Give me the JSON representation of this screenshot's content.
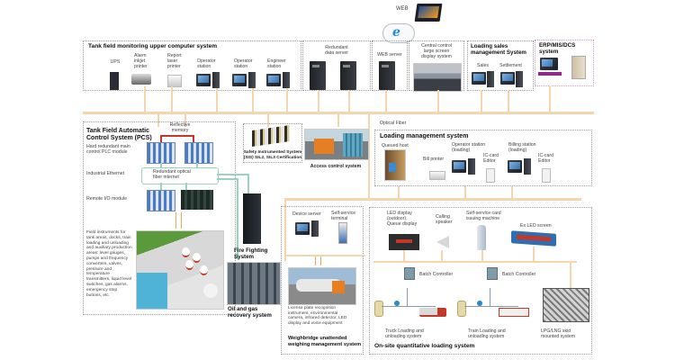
{
  "web": {
    "label": "WEB"
  },
  "top_systems": {
    "monitoring": {
      "title": "Tank field monitoring upper computer system",
      "devices": [
        {
          "label": "UPS",
          "icon": "ups-icon"
        },
        {
          "label": "Alarm\ninkjet\nprinter",
          "icon": "printer-icon"
        },
        {
          "label": "Report\nlaser\nprinter",
          "icon": "laser-printer-icon"
        },
        {
          "label": "Operator\nstation",
          "icon": "workstation-icon"
        },
        {
          "label": "Operator\nstation",
          "icon": "workstation-icon"
        },
        {
          "label": "Engineer\nstation",
          "icon": "workstation-icon"
        }
      ]
    },
    "redundant_server": {
      "label": "Redundant\ndata server"
    },
    "web_server": {
      "label": "WEB server"
    },
    "control_display": {
      "label": "Central control\nlarge screen\ndisplay system"
    },
    "loading_sales": {
      "title": "Loading sales\nmanagement System",
      "devices": [
        {
          "label": "Sales"
        },
        {
          "label": "Settlement"
        }
      ]
    },
    "erp": {
      "title": "ERP/MIS/DCS\nsystem"
    }
  },
  "pcs": {
    "title": "Tank Field Automatic\nControl System (PCS)",
    "reflective_memory": "Reflective\nmemory",
    "plc_label": "Hard redundant main\ncontrol PLC module",
    "ethernet_label": "Industrial Ethernet",
    "fiber_label": "Redundant optical\nfiber internet",
    "remote_io_label": "Remote I/O module",
    "field_instruments": "Field instruments for\ntank areas, docks, train\nloading and unloading\nand auxiliary production\nareas: level gauges,\npumps and frequency\nconverters, valves,\npressure and\ntemperature\ntransmitters, liquid level\nswitches, gas alarms,\nemergency stop\nbuttons, etc."
  },
  "sis": {
    "label": "Safety Instrumented System\n(SIS) SIL2, SIL3 Certification"
  },
  "access_control": {
    "label": "Access control system"
  },
  "fire_fighting": {
    "label": "Fire Fighting\nSystem"
  },
  "oil_gas_recovery": {
    "label": "Oil and gas\nrecovery system"
  },
  "optical_fiber": {
    "label": "Optical Fiber"
  },
  "loading_mgmt": {
    "title": "Loading management system",
    "devices": [
      {
        "label": "Queued host"
      },
      {
        "label": "Bill printer"
      },
      {
        "label": "Operator station\n(loading)"
      },
      {
        "label": "IC-card\nEditor"
      },
      {
        "label": "Billing station\n(loading)"
      },
      {
        "label": "IC-card\nEditor"
      }
    ]
  },
  "weighbridge": {
    "device_server": "Device server",
    "self_service_terminal": "Self-service\nterminal",
    "description": "License plate recognition\ninstrument, environmental\ncamera, infrared detector, LED\ndisplay and voice equipment",
    "title": "Weighbridge unattended\nweighing management system"
  },
  "onsite": {
    "led_display": "LED display\n(outdoor)\nQueue display",
    "calling_speaker": "Calling\nspeaker",
    "card_machine": "Self-service card\nissuing machine",
    "ex_led": "Ex LED screen",
    "batch_controller_1": "Batch Controller",
    "batch_controller_2": "Batch Controller",
    "truck_loading": "Truck Loading and\nunloading system",
    "train_loading": "Train Loading and\nunloading system",
    "lpg_skid": "LPG/LNG skid\nmounted system",
    "title": "On-site quantitative loading system"
  },
  "colors": {
    "bus": "#f6d4ad",
    "fiber": "#9bd2c0",
    "erp_border": "#d79bc7",
    "led_red": "#c0392b"
  }
}
